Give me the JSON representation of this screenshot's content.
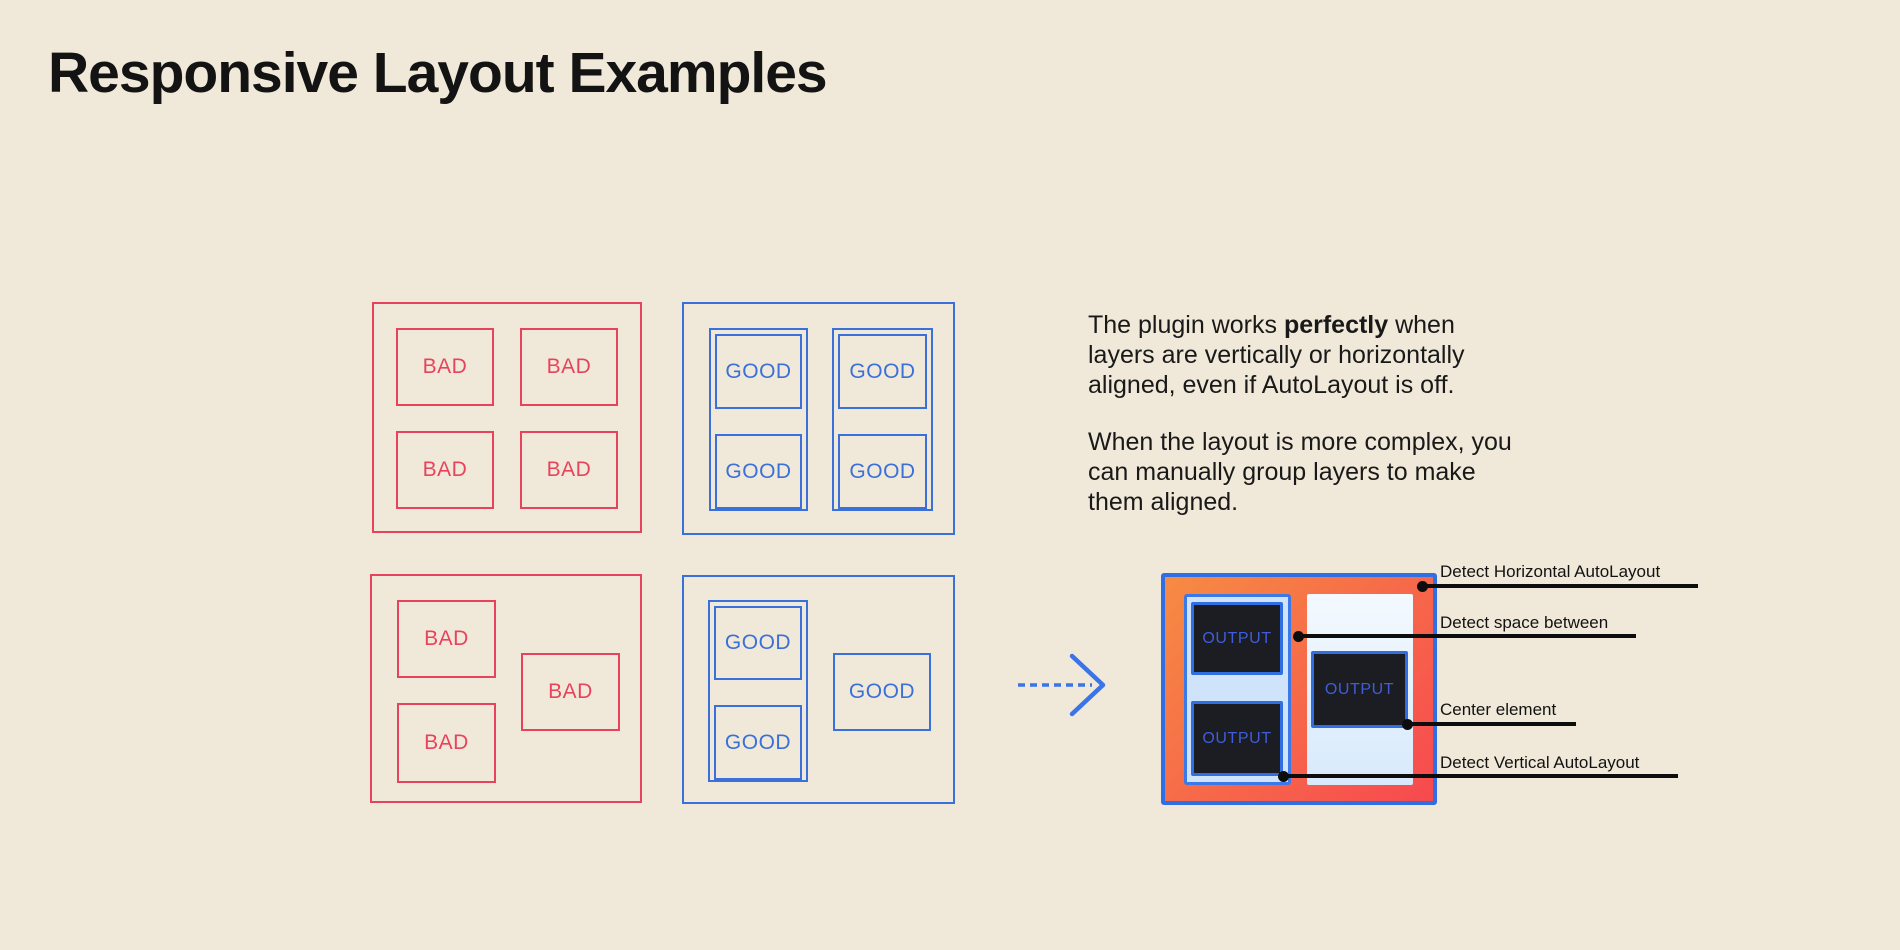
{
  "page": {
    "title": "Responsive Layout Examples"
  },
  "examples": {
    "bad_grid": {
      "boxes": [
        "BAD",
        "BAD",
        "BAD",
        "BAD"
      ]
    },
    "good_grid": {
      "columns": [
        {
          "boxes": [
            "GOOD",
            "GOOD"
          ]
        },
        {
          "boxes": [
            "GOOD",
            "GOOD"
          ]
        }
      ]
    },
    "bad_freeform": {
      "boxes": [
        "BAD",
        "BAD",
        "BAD"
      ]
    },
    "good_grouped": {
      "group_boxes": [
        "GOOD",
        "GOOD"
      ],
      "single_box": "GOOD"
    }
  },
  "description": {
    "p1_start": "The plugin works ",
    "p1_bold": "perfectly",
    "p1_end": " when layers are vertically or horizontally aligned, even if AutoLayout is off.",
    "p2": "When the layout is more complex, you can manually group layers to make them aligned."
  },
  "output": {
    "left_boxes": [
      "OUTPUT",
      "OUTPUT"
    ],
    "center_box": "OUTPUT"
  },
  "annotations": [
    {
      "label": "Detect Horizontal AutoLayout"
    },
    {
      "label": "Detect space between"
    },
    {
      "label": "Center element"
    },
    {
      "label": "Detect Vertical AutoLayout"
    }
  ],
  "colors": {
    "background": "#f0e9d9",
    "bad_red": "#e8435c",
    "good_blue": "#3a70d9",
    "text_black": "#161616",
    "gradient_orange": "#f68b43",
    "gradient_red": "#f7494f",
    "output_blue": "#2f6fe3",
    "panel_light_blue": "#cfe4fa",
    "panel_white": "#f4f9ff",
    "panel_blue": "#d7eafb",
    "dark_box": "#1b1d22",
    "output_text_blue": "#3f5dd9",
    "annotation_black": "#0d0d0d"
  }
}
